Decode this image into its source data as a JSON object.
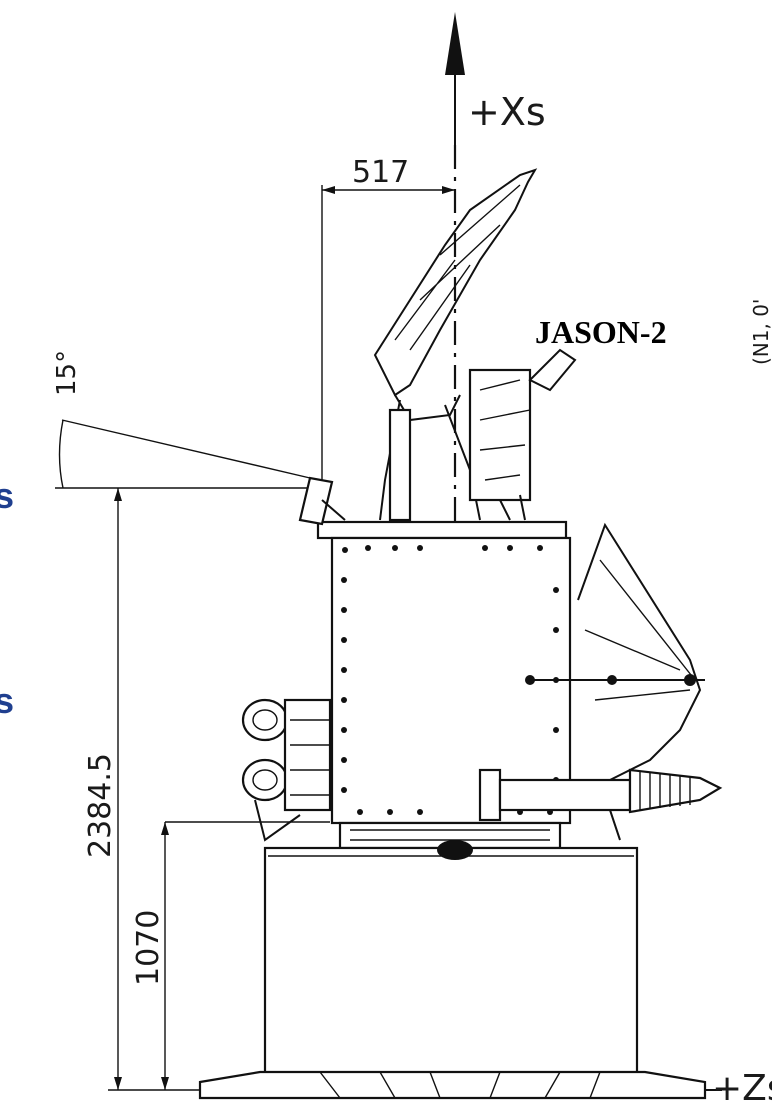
{
  "diagram": {
    "title": "JASON-2",
    "axes": {
      "x_axis_label": "+Xs",
      "z_axis_label": "+Zs"
    },
    "dimensions": {
      "offset_top": "517",
      "angle": "15°",
      "total_height": "2384.5",
      "lower_height": "1070"
    },
    "edge_fragments": {
      "left_1": "s",
      "left_2": "s",
      "right_rotated": "(N1, 0'"
    },
    "colors": {
      "line": "#111111",
      "edge_text": "#1f3f8f"
    }
  }
}
